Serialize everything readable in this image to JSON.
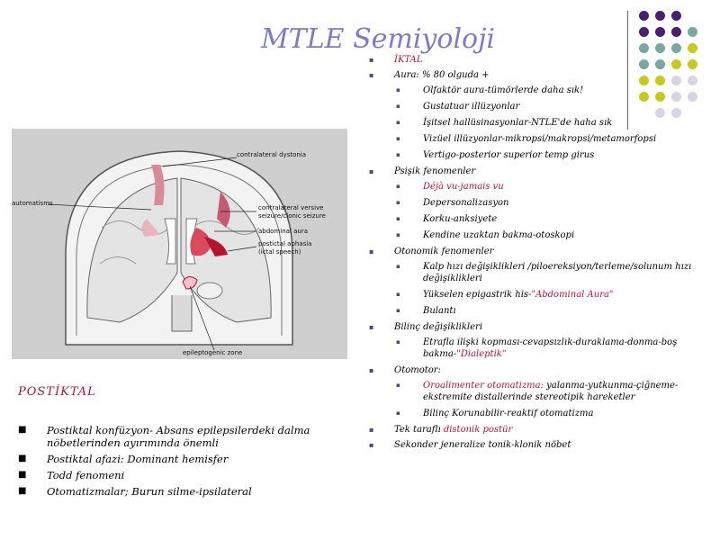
{
  "slide": {
    "title": "MTLE Semiyoloji"
  },
  "ictal": [
    {
      "level": 1,
      "text": "İKTAL",
      "style": "red"
    },
    {
      "level": 1,
      "text": "Aura: % 80 olguda +"
    },
    {
      "level": 2,
      "text": "Olfaktör aura-tümörlerde daha sık!"
    },
    {
      "level": 2,
      "text": "Gustatuar illüzyonlar"
    },
    {
      "level": 2,
      "text": "İşitsel hallüsinasyonlar-NTLE'de haha sık"
    },
    {
      "level": 2,
      "text": "Vizüel illüzyonlar-mikropsi/makropsi/metamorfopsi"
    },
    {
      "level": 2,
      "text": "Vertigo-posterior superior temp girus"
    },
    {
      "level": 1,
      "text": "Psişik fenomenler"
    },
    {
      "level": 2,
      "text": "Déjà vu-jamais vu",
      "style": "red"
    },
    {
      "level": 2,
      "text": "Depersonalizasyon"
    },
    {
      "level": 2,
      "text": "Korku-anksiyete"
    },
    {
      "level": 2,
      "text": "Kendine uzaktan bakma-otoskopi"
    },
    {
      "level": 1,
      "text": "Otonomik fenomenler"
    },
    {
      "level": 2,
      "text": "Kalp hızı değişiklikleri /piloereksiyon/terleme/solunum hızı değişiklikleri"
    },
    {
      "level": 2,
      "text": "Yükselen epigastrik his-",
      "extra": "\"Abdominal Aura\""
    },
    {
      "level": 2,
      "text": "Bulantı"
    },
    {
      "level": 1,
      "text": "Bilinç değişiklikleri"
    },
    {
      "level": 2,
      "text": "Etrafla ilişki kopması-cevapsızlık-duraklama-donma-boş bakma-",
      "extra": "\"Dialeptik\""
    },
    {
      "level": 1,
      "text": "Otomotor:"
    },
    {
      "level": 2,
      "text": "Oroalimenter otomatizma:",
      "style": "red",
      "after": " yalanma-yutkunma-çiğneme-ekstremite distallerinde stereotipik hareketler"
    },
    {
      "level": 2,
      "text": "Bilinç Korunabilir-reaktif otomatizma"
    },
    {
      "level": 1,
      "text": "Tek taraflı ",
      "extra": "distonik postür"
    },
    {
      "level": 1,
      "text": "Sekonder jeneralize tonik-klonik nöbet"
    }
  ],
  "figure": {
    "labels": {
      "contralateral_dystonia": "contralateral dystonia",
      "automatisms": "automatisms",
      "versive_1": "contralateral versive",
      "versive_2": "seizure/clonic seizure",
      "abdominal_aura": "abdominal aura",
      "aphasia_1": "postictal aphasia",
      "aphasia_2": "(ictal speech)",
      "epileptogenic_zone": "epileptogenic zone"
    }
  },
  "postiktal": {
    "title": "POSTİKTAL",
    "items": [
      "Postiktal konfüzyon- Absans epilepsilerdeki dalma nöbetlerinden ayırımında önemli",
      "Postiktal afazi: Dominant hemisfer",
      "Todd fenomeni",
      "Otomatizmalar; Burun silme-ipsilateral"
    ]
  },
  "colors": {
    "title": "#7B7BC8",
    "accent_red": "#B0143C",
    "dot_purple": "#4B1F6F",
    "dot_teal": "#7BA6A3",
    "dot_yellow": "#C8C81E",
    "dot_lavender": "#D6D6E6"
  }
}
